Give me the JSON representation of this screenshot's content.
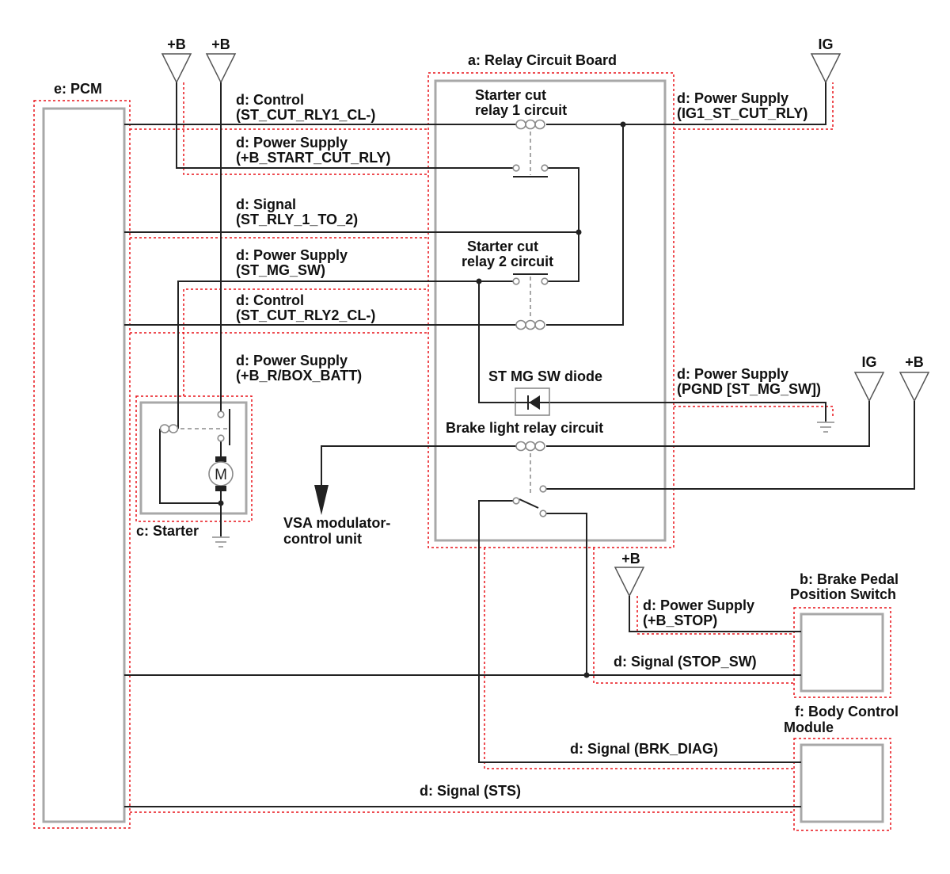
{
  "components": {
    "relay_board": "a: Relay Circuit Board",
    "brake_pedal_switch": {
      "line1": "b: Brake Pedal",
      "line2": "Position Switch"
    },
    "starter": "c: Starter",
    "pcm": "e: PCM",
    "body_control_module": {
      "line1": "f: Body Control",
      "line2": "Module"
    },
    "vsa_unit": {
      "line1": "VSA modulator-",
      "line2": "control unit"
    },
    "motor_symbol": "M"
  },
  "relay_board_parts": {
    "relay1": {
      "line1": "Starter cut",
      "line2": "relay 1 circuit"
    },
    "relay2": {
      "line1": "Starter cut",
      "line2": "relay 2 circuit"
    },
    "diode": "ST MG SW diode",
    "brake_light_relay": "Brake light relay circuit"
  },
  "power_sources": [
    {
      "label": "+B"
    },
    {
      "label": "+B"
    },
    {
      "label": "IG"
    },
    {
      "label": "IG"
    },
    {
      "label": "+B"
    },
    {
      "label": "+B"
    }
  ],
  "wires": {
    "st_cut_rly1_cl": {
      "line1": "d: Control",
      "line2": "(ST_CUT_RLY1_CL-)"
    },
    "ig1_st_cut_rly": {
      "line1": "d: Power Supply",
      "line2": "(IG1_ST_CUT_RLY)"
    },
    "b_start_cut_rly": {
      "line1": "d: Power Supply",
      "line2": "(+B_START_CUT_RLY)"
    },
    "st_rly_1_to_2": {
      "line1": "d: Signal",
      "line2": "(ST_RLY_1_TO_2)"
    },
    "st_mg_sw": {
      "line1": "d: Power Supply",
      "line2": "(ST_MG_SW)"
    },
    "st_cut_rly2_cl": {
      "line1": "d: Control",
      "line2": "(ST_CUT_RLY2_CL-)"
    },
    "b_r_box_batt": {
      "line1": "d: Power Supply",
      "line2": "(+B_R/BOX_BATT)"
    },
    "pgnd_st_mg_sw": {
      "line1": "d: Power Supply",
      "line2": "(PGND [ST_MG_SW])"
    },
    "b_stop": {
      "line1": "d: Power Supply",
      "line2": "(+B_STOP)"
    },
    "stop_sw": {
      "line1": "d: Signal (STOP_SW)"
    },
    "brk_diag": {
      "line1": "d: Signal (BRK_DIAG)"
    },
    "sts": {
      "line1": "d: Signal (STS)"
    }
  },
  "colors": {
    "wire": "#222222",
    "component_outline": "#a8a8a8",
    "harness_outline": "#e8141a",
    "symbol": "#8a8a8a"
  }
}
